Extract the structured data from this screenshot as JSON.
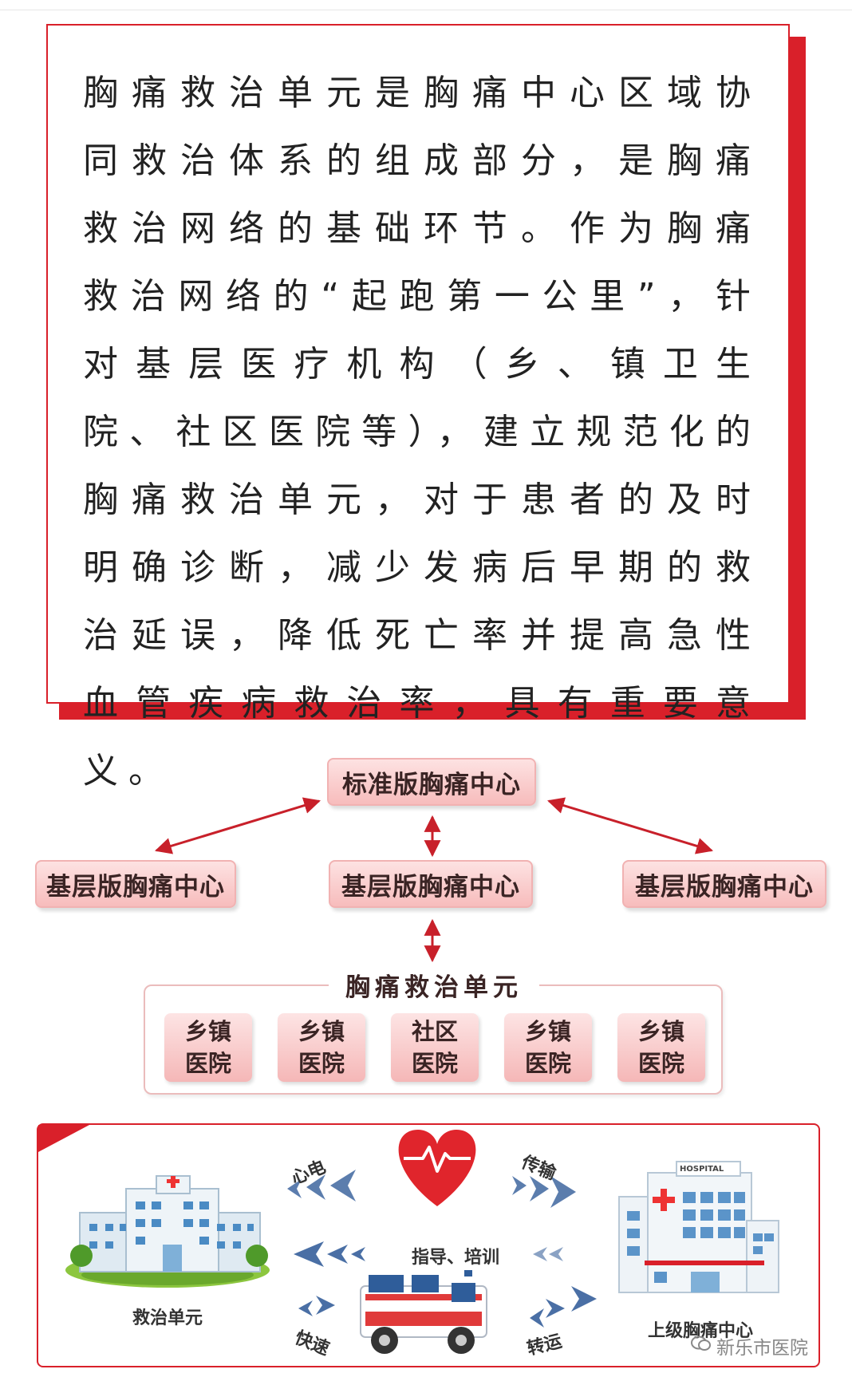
{
  "paragraph": "胸痛救治单元是胸痛中心区域协同救治体系的组成部分，是胸痛救治网络的基础环节。作为胸痛救治网络的“起跑第一公里”，针对基层医疗机构（乡、镇卫生院、社区医院等），建立规范化的胸痛救治单元，对于患者的及时明确诊断，减少发病后早期的救治延误，降低死亡率并提高急性血管疾病救治率，具有重要意义。",
  "diagram": {
    "top": "标准版胸痛中心",
    "left": "基层版胸痛中心",
    "middle": "基层版胸痛中心",
    "right": "基层版胸痛中心",
    "unit_title": "胸痛救治单元",
    "units": [
      {
        "line1": "乡镇",
        "line2": "医院"
      },
      {
        "line1": "乡镇",
        "line2": "医院"
      },
      {
        "line1": "社区",
        "line2": "医院"
      },
      {
        "line1": "乡镇",
        "line2": "医院"
      },
      {
        "line1": "乡镇",
        "line2": "医院"
      }
    ]
  },
  "flow": {
    "ecg": "心电",
    "transmit": "传输",
    "guide": "指导、培训",
    "fast": "快速",
    "transfer": "转运",
    "left_node": "救治单元",
    "right_node": "上级胸痛中心",
    "hospital_sign": "HOSPITAL"
  },
  "watermark": "新乐市医院",
  "colors": {
    "accent": "#d9202a",
    "box": "#f7bcbc",
    "arrow": "#4a6fa5"
  }
}
